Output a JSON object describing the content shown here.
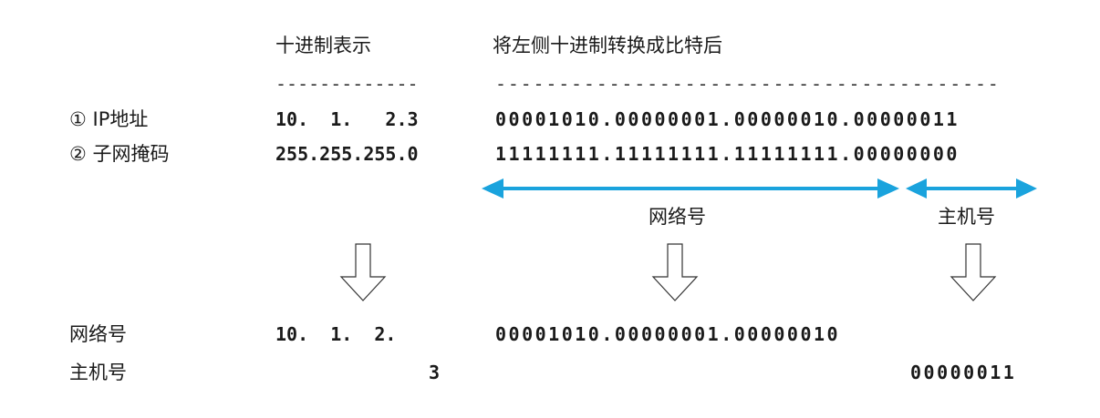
{
  "headers": {
    "decimal": "十进制表示",
    "binary": "将左侧十进制转换成比特后",
    "decimal_dashes": "-------------",
    "binary_dashes": "----------------------------------------"
  },
  "rows": {
    "ip": {
      "label": "① IP地址",
      "decimal": "10.  1.   2.3",
      "binary": "00001010.00000001.00000010.00000011"
    },
    "mask": {
      "label": "② 子网掩码",
      "decimal": "255.255.255.0",
      "binary": "11111111.11111111.11111111.00000000"
    }
  },
  "spans": {
    "network": "网络号",
    "host": "主机号",
    "arrow_color": "#1aa3dd"
  },
  "results": {
    "network": {
      "label": "网络号",
      "decimal": "10.  1.  2.",
      "binary": "00001010.00000001.00000010"
    },
    "host": {
      "label": "主机号",
      "decimal": "3",
      "binary": "00000011"
    }
  }
}
